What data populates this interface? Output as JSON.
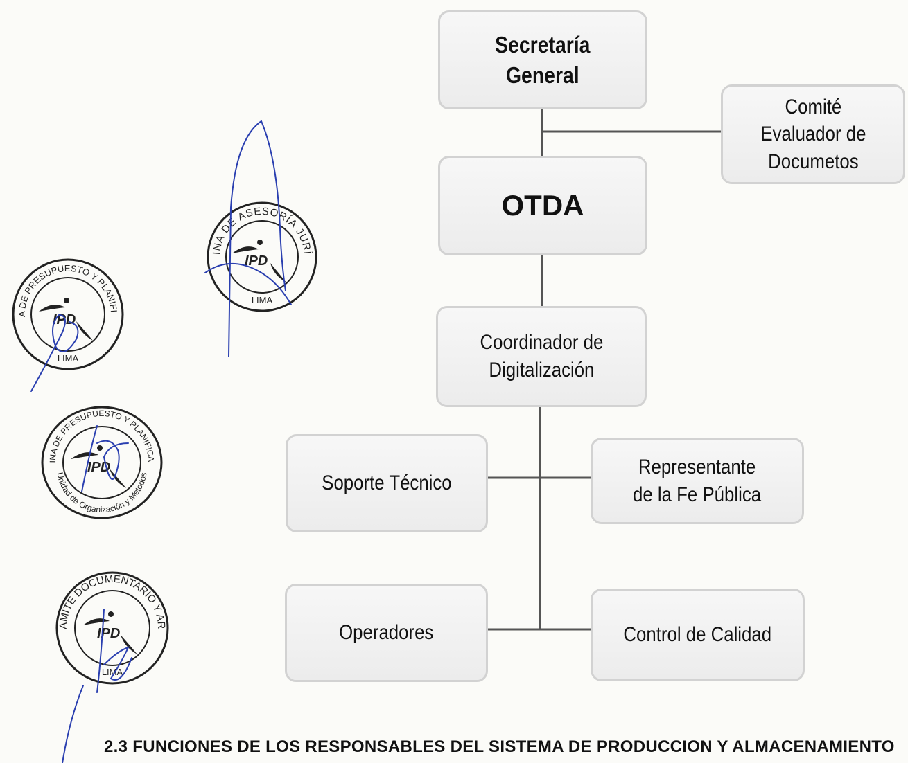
{
  "org_chart": {
    "secretaria": {
      "line1": "Secretaría",
      "line2": "General"
    },
    "comite": {
      "line1": "Comité",
      "line2": "Evaluador de",
      "line3": "Documetos"
    },
    "otda": {
      "label": "OTDA"
    },
    "coordinador": {
      "line1": "Coordinador de",
      "line2": "Digitalización"
    },
    "soporte": {
      "label": "Soporte Técnico"
    },
    "representante": {
      "line1": "Representante",
      "line2": "de la Fe Pública"
    },
    "operadores": {
      "label": "Operadores"
    },
    "control": {
      "label": "Control de Calidad"
    }
  },
  "stamps": {
    "asesoria": {
      "ring": "OFICINA DE ASESORÍA JURÍDICA",
      "center": "IPD",
      "bottom": "LIMA"
    },
    "presupuesto": {
      "ring": "OFICINA DE PRESUPUESTO Y PLANIFICACIÓN",
      "center": "IPD",
      "bottom": "LIMA"
    },
    "organizacion": {
      "ring": "OFICINA DE PRESUPUESTO Y PLANIFICACIÓN",
      "inner_ring": "Unidad de Organización y Métodos",
      "center": "IPD"
    },
    "tramite": {
      "ring": "OF. TRAMITE DOCUMENTARIO Y ARCHIVO",
      "center": "IPD",
      "bottom": "LIMA"
    }
  },
  "heading": {
    "text": "2.3 FUNCIONES DE LOS RESPONSABLES DEL SISTEMA DE PRODUCCION Y ALMACENAMIENTO"
  },
  "colors": {
    "box_border": "#d2d2d2",
    "box_fill": "#efefef",
    "connector": "#555555",
    "ink": "#2a3fb0",
    "stamp": "#222222"
  }
}
